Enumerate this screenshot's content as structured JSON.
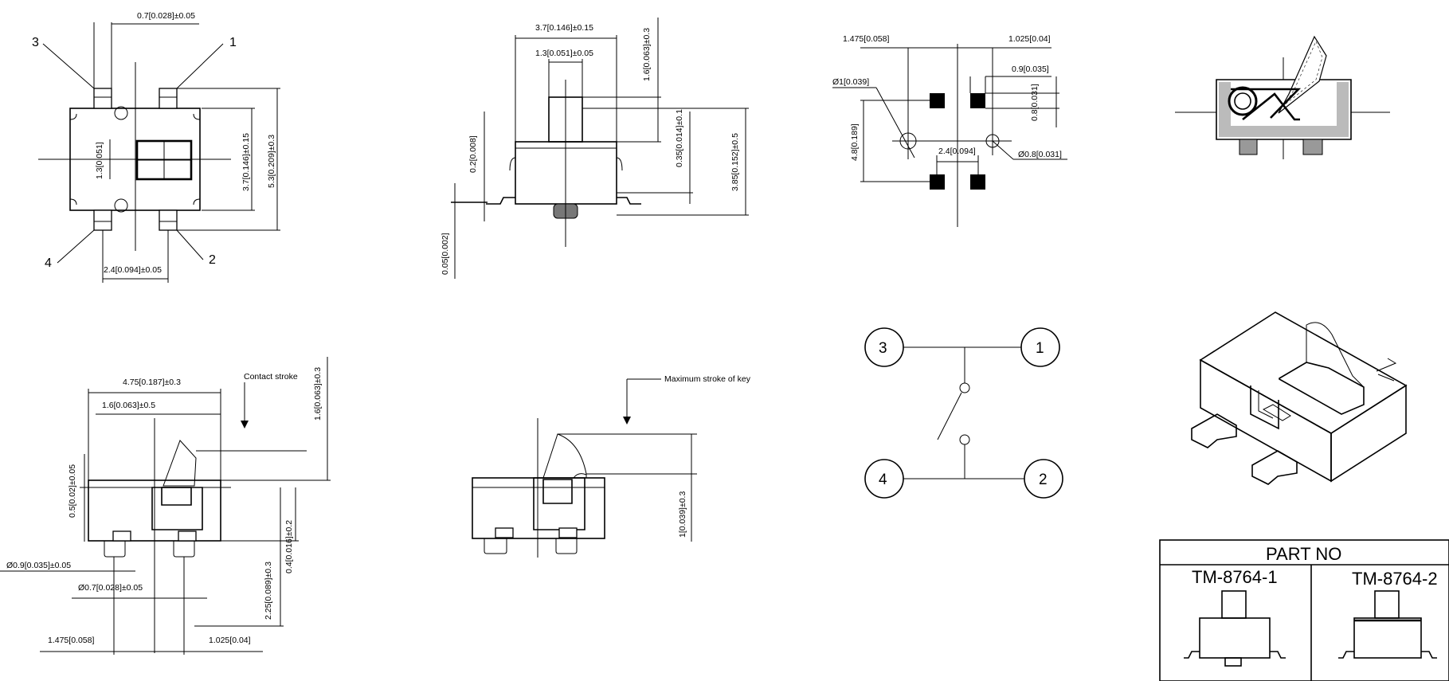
{
  "top_view": {
    "pin3": "3",
    "pin1": "1",
    "pin4": "4",
    "pin2": "2",
    "dim_pin_width": "0.7[0.028]±0.05",
    "dim_button": "1.3[0.051]",
    "dim_body_h": "3.7[0.146]±0.15",
    "dim_total_h": "5.3[0.209]±0.3",
    "dim_pin_pitch": "2.4[0.094]±0.05"
  },
  "front_view": {
    "dim_body_w": "3.7[0.146]±0.15",
    "dim_button_w": "1.3[0.051]±0.05",
    "dim_button_h": "1.6[0.063]±0.3",
    "dim_lead": "0.2[0.008]",
    "dim_shoulder": "0.35[0.014]±0.1",
    "dim_total": "3.85[0.152]±0.5",
    "dim_coplanar": "0.05[0.002]"
  },
  "pcb_layout": {
    "dim_left": "1.475[0.058]",
    "dim_right": "1.025[0.04]",
    "dim_pad": "0.9[0.035]",
    "dim_hole1": "Ø1[0.039]",
    "dim_pad_h": "0.8[0.031]",
    "dim_height": "4.8[0.189]",
    "dim_pitch": "2.4[0.094]",
    "dim_hole2": "Ø0.8[0.031]"
  },
  "side_view": {
    "dim_width": "4.75[0.187]±0.3",
    "dim_offset": "1.6[0.063]±0.5",
    "contact_stroke": "Contact stroke",
    "dim_lever_h": "1.6[0.063]±0.3",
    "dim_top": "0.5[0.02]±0.05",
    "dim_body": "0.4[0.016]±0.2",
    "dim_peg1": "Ø0.9[0.035]±0.05",
    "dim_peg2": "Ø0.7[0.028]±0.05",
    "dim_height": "2.25[0.089]±0.3",
    "dim_left": "1.475[0.058]",
    "dim_right": "1.025[0.04]"
  },
  "stroke_view": {
    "max_stroke": "Maximum stroke of key",
    "dim_stroke": "1[0.039]±0.3"
  },
  "schematic": {
    "n3": "3",
    "n1": "1",
    "n4": "4",
    "n2": "2"
  },
  "part_table": {
    "title": "PART NO",
    "parts": [
      "TM-8764-1",
      "TM-8764-2"
    ]
  }
}
